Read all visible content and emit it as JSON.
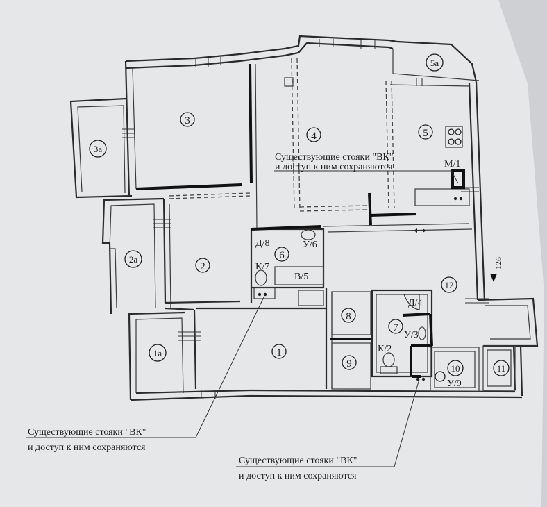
{
  "rooms": [
    {
      "id": "r1",
      "label": "1"
    },
    {
      "id": "r1a",
      "label": "1a"
    },
    {
      "id": "r2",
      "label": "2"
    },
    {
      "id": "r2a",
      "label": "2a"
    },
    {
      "id": "r3",
      "label": "3"
    },
    {
      "id": "r3a",
      "label": "3a"
    },
    {
      "id": "r4",
      "label": "4"
    },
    {
      "id": "r5",
      "label": "5"
    },
    {
      "id": "r5a",
      "label": "5a"
    },
    {
      "id": "r6",
      "label": "6"
    },
    {
      "id": "r7",
      "label": "7"
    },
    {
      "id": "r8",
      "label": "8"
    },
    {
      "id": "r9",
      "label": "9"
    },
    {
      "id": "r10",
      "label": "10"
    },
    {
      "id": "r11",
      "label": "11"
    },
    {
      "id": "r12",
      "label": "12"
    }
  ],
  "fixtures": {
    "m1": "М/1",
    "d8": "Д/8",
    "u6": "У/6",
    "k7": "К/7",
    "v5": "В/5",
    "d4": "Д/4",
    "u3": "У/3",
    "k2": "К/2",
    "u9": "У/9"
  },
  "annotations": {
    "top_line1": "Существующие стояки \"ВК\"",
    "top_line2": "и доступ к ним  сохраняются",
    "left_line1": "Существующие стояки \"ВК\"",
    "left_line2": "и доступ к ним  сохраняются",
    "bottom_line1": "Существующие стояки \"ВК\"",
    "bottom_line2": "и доступ к ним  сохраняются",
    "section_mark": "126"
  }
}
